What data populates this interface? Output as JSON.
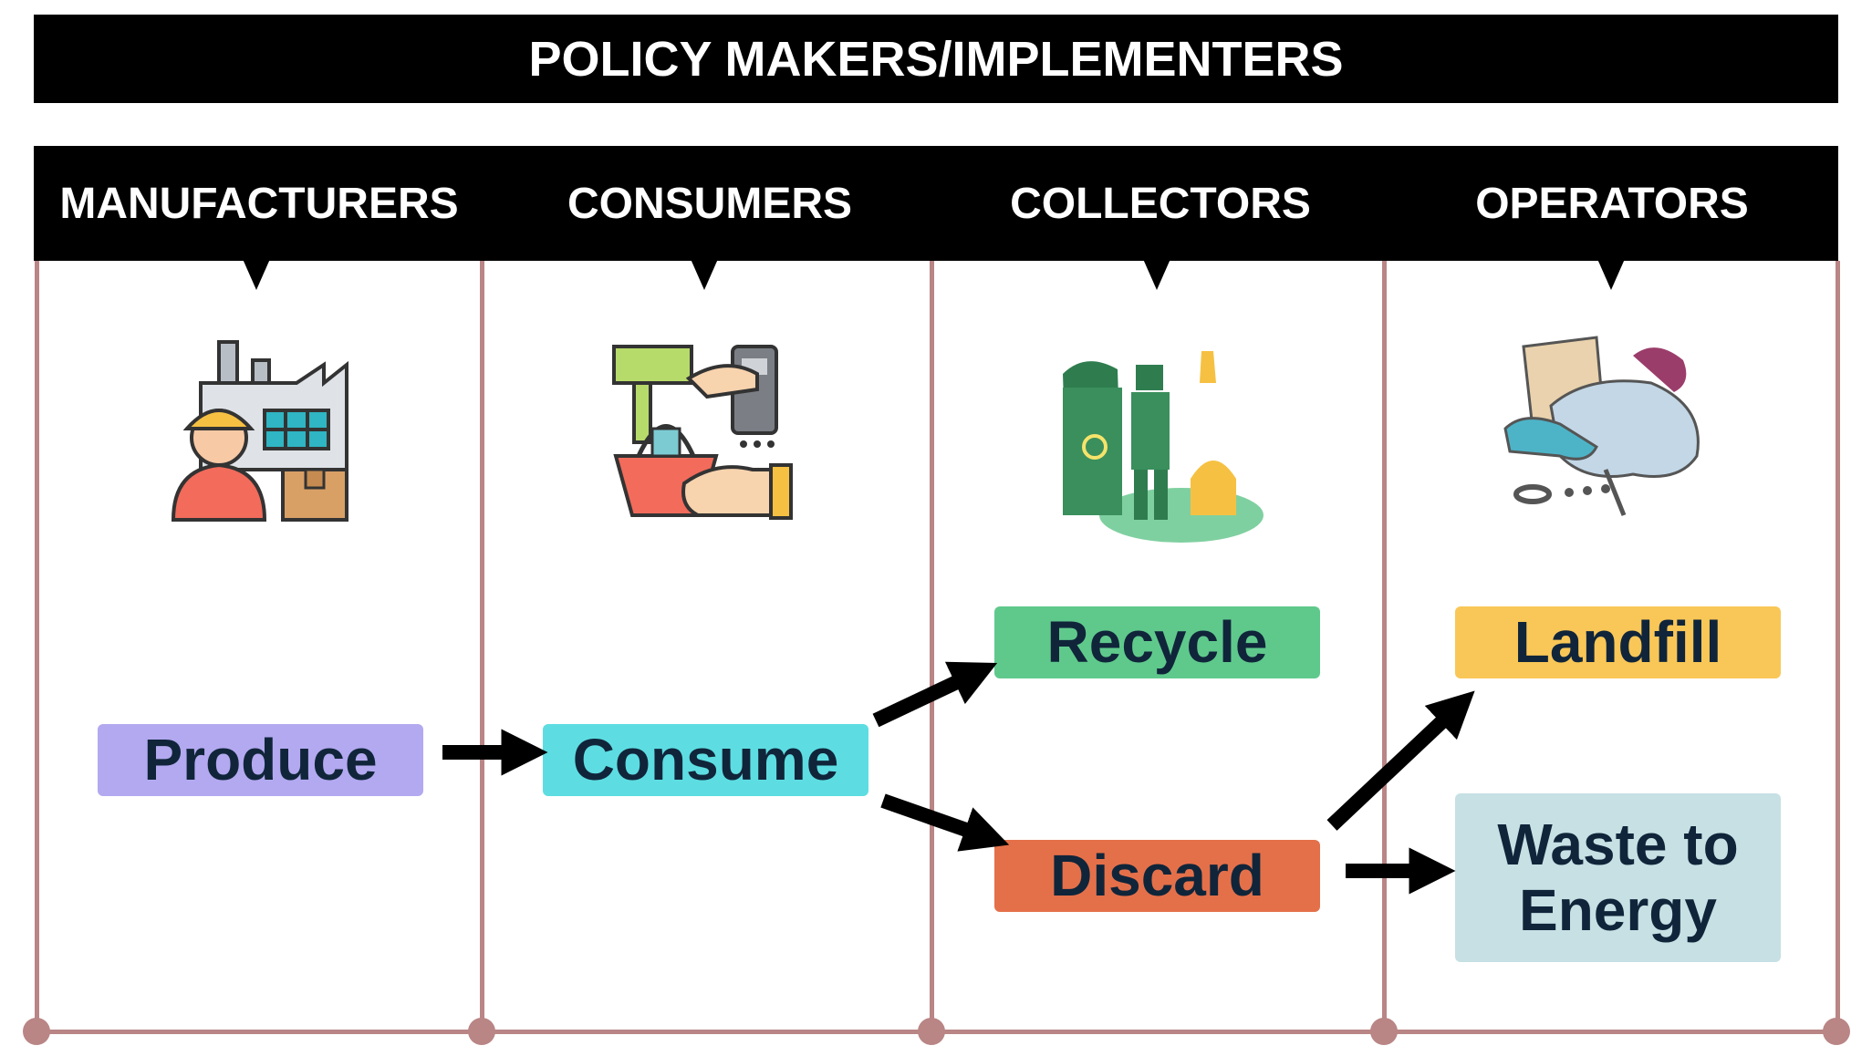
{
  "title": "POLICY MAKERS/IMPLEMENTERS",
  "roles": [
    {
      "label": "MANUFACTURERS",
      "icon": "factory-worker-icon"
    },
    {
      "label": "CONSUMERS",
      "icon": "shopping-payment-icon"
    },
    {
      "label": "COLLECTORS",
      "icon": "waste-collector-icon"
    },
    {
      "label": "OPERATORS",
      "icon": "waste-pile-icon"
    }
  ],
  "stages": {
    "produce": {
      "label": "Produce",
      "color": "#b3a9f0"
    },
    "consume": {
      "label": "Consume",
      "color": "#5ddde2"
    },
    "recycle": {
      "label": "Recycle",
      "color": "#5fc98c"
    },
    "discard": {
      "label": "Discard",
      "color": "#e4704a"
    },
    "landfill": {
      "label": "Landfill",
      "color": "#f9c757"
    },
    "waste_to_energy": {
      "label": "Waste to Energy",
      "color": "#c6e0e4"
    }
  },
  "flows": [
    {
      "from": "Produce",
      "to": "Consume"
    },
    {
      "from": "Consume",
      "to": "Recycle"
    },
    {
      "from": "Consume",
      "to": "Discard"
    },
    {
      "from": "Discard",
      "to": "Landfill"
    },
    {
      "from": "Discard",
      "to": "Waste to Energy"
    }
  ]
}
